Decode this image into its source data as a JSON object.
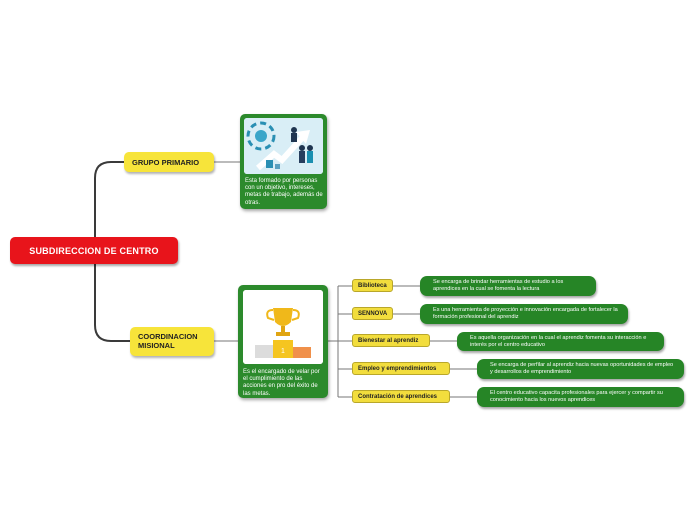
{
  "root": {
    "label": "SUBDIRECCION DE CENTRO"
  },
  "grupo_primario": {
    "label": "GRUPO PRIMARIO",
    "description": "Esta formado por personas con un objetivo, intereses, metas de trabajo, además de otras."
  },
  "coordinacion": {
    "label": "COORDINACION MISIONAL",
    "description": "Es el encargado de velar por el cumplimiento de las acciones en pro del éxito de las metas."
  },
  "subnodes": [
    {
      "label": "Biblioteca",
      "description": "Se encarga de brindar herramientas de estudio a los aprendices en la cual se fomenta la lectura"
    },
    {
      "label": "SENNOVA",
      "description": "Es una herramienta de proyección e innovación encargada de fortalecer la formación profesional del aprendiz"
    },
    {
      "label": "Bienestar al aprendiz",
      "description": "Es aquella organización en la cual el aprendiz fomenta su interacción e interés por el centro educativo"
    },
    {
      "label": "Empleo y emprendimientos",
      "description": "Se encarga de perfilar al aprendiz hacia nuevas oportunidades de empleo y desarrollos de emprendimiento"
    },
    {
      "label": "Contratación de aprendices",
      "description": "El centro educativo capacita profesionales para ejercer y compartir su conocimiento hacia los nuevos aprendices"
    }
  ],
  "icons": {
    "growth_image": "business-growth-arrow-icon",
    "trophy_image": "trophy-podium-icon"
  },
  "colors": {
    "root": "#e8141b",
    "branch": "#f7e43a",
    "leaf": "#2c8a2c",
    "connector": "#333333"
  }
}
